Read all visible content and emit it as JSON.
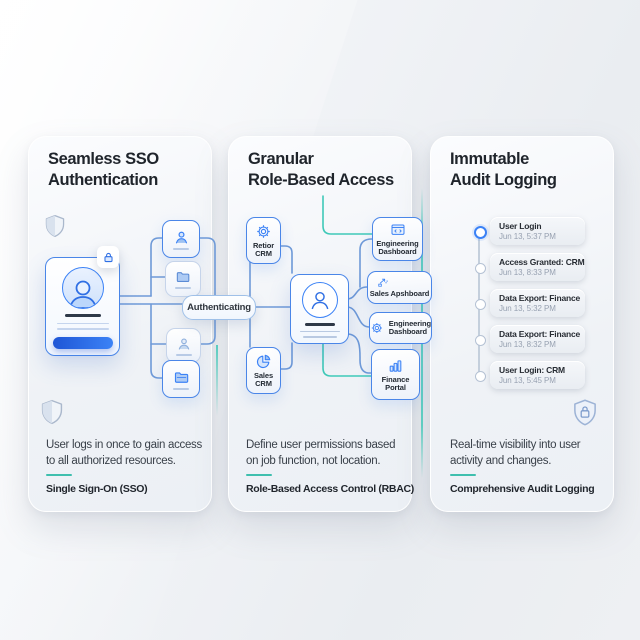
{
  "cards": {
    "sso": {
      "title_line1": "Seamless SSO",
      "title_line2": "Authentication",
      "authenticating_label": "Authenticating",
      "description_line1": "User logs in once to gain access",
      "description_line2": "to all authorized resources.",
      "caption": "Single Sign-On (SSO)"
    },
    "rbac": {
      "title_line1": "Granular",
      "title_line2": "Role-Based Access",
      "left_tiles": [
        {
          "icon": "gear-icon",
          "label_line1": "Retior",
          "label_line2": "CRM"
        },
        {
          "icon": "pie-chart-icon",
          "label_line1": "Sales",
          "label_line2": "CRM"
        }
      ],
      "right_tiles": [
        {
          "icon": "code-window-icon",
          "label_line1": "Engineering",
          "label_line2": "Dashboard"
        },
        {
          "icon": "trend-icon",
          "label_line1": "Sales Apshboard",
          "label_line2": ""
        },
        {
          "icon": "gear-icon",
          "label_line1": "Engineering",
          "label_line2": "Dashboard"
        },
        {
          "icon": "bar-chart-icon",
          "label_line1": "Finance",
          "label_line2": "Portal"
        }
      ],
      "description_line1": "Define user permissions based",
      "description_line2": "on job function, not location.",
      "caption": "Role-Based Access Control (RBAC)"
    },
    "audit": {
      "title_line1": "Immutable",
      "title_line2": "Audit Logging",
      "events": [
        {
          "title": "User Login",
          "time": "Jun 13, 5:37 PM"
        },
        {
          "title": "Access Granted: CRM",
          "time": "Jun 13, 8:33 PM"
        },
        {
          "title": "Data Export: Finance",
          "time": "Jun 13, 5:32 PM"
        },
        {
          "title": "Data Export: Finance",
          "time": "Jun 13, 8:32 PM"
        },
        {
          "title": "User Login: CRM",
          "time": "Jun 13, 5:45 PM"
        }
      ],
      "description_line1": "Real-time visibility into user",
      "description_line2": "activity and changes.",
      "caption": "Comprehensive Audit Logging"
    }
  },
  "icons": [
    "shield-icon",
    "lock-icon",
    "user-icon",
    "folder-icon",
    "gear-icon",
    "pie-chart-icon",
    "code-window-icon",
    "trend-icon",
    "bar-chart-icon",
    "shield-lock-icon"
  ],
  "colors": {
    "accent_blue": "#3b82f6",
    "deep_blue": "#1f56d6",
    "line_blue": "#6f9ad8",
    "accent_teal": "#3fc4b2",
    "text_dark": "#1f242b",
    "text_muted": "#97a1b1"
  }
}
